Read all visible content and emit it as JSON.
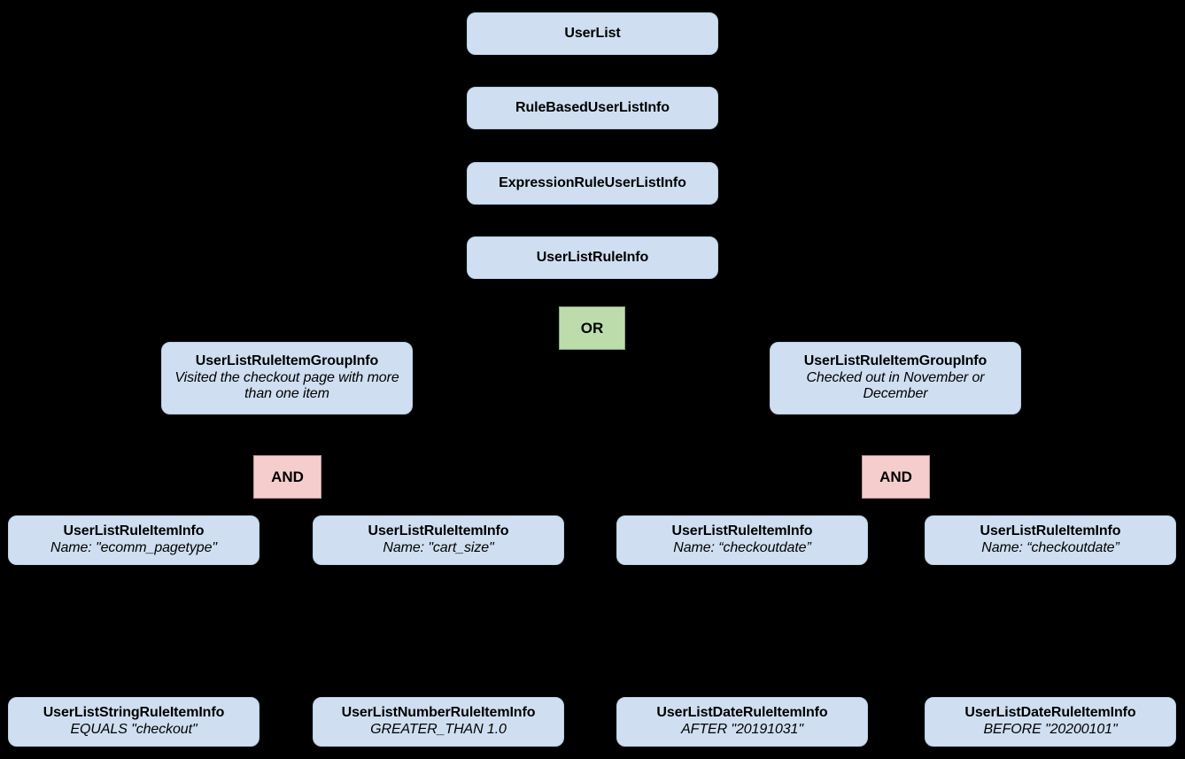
{
  "diagram": {
    "background_color": "#000000",
    "node_fill": "#cfdff1",
    "node_border": "#b9cfe4",
    "or_color": "#bddcac",
    "and_color": "#f6cdcd",
    "text_color": "#000000"
  },
  "nodes": {
    "user_list": {
      "title": "UserList",
      "subtitle": ""
    },
    "rule_based_user_list_info": {
      "title": "RuleBasedUserListInfo",
      "subtitle": ""
    },
    "expression_rule_user_list_info": {
      "title": "ExpressionRuleUserListInfo",
      "subtitle": ""
    },
    "user_list_rule_info": {
      "title": "UserListRuleInfo",
      "subtitle": ""
    },
    "group_left": {
      "title": "UserListRuleItemGroupInfo",
      "subtitle": "Visited the checkout page with more than one item"
    },
    "group_right": {
      "title": "UserListRuleItemGroupInfo",
      "subtitle": "Checked out in November or December"
    },
    "item_1": {
      "title": "UserListRuleItemInfo",
      "subtitle": "Name: \"ecomm_pagetype\""
    },
    "item_2": {
      "title": "UserListRuleItemInfo",
      "subtitle": "Name: \"cart_size\""
    },
    "item_3": {
      "title": "UserListRuleItemInfo",
      "subtitle": "Name: “checkoutdate”"
    },
    "item_4": {
      "title": "UserListRuleItemInfo",
      "subtitle": "Name: “checkoutdate”"
    },
    "leaf_1": {
      "title": "UserListStringRuleItemInfo",
      "subtitle": "EQUALS \"checkout\""
    },
    "leaf_2": {
      "title": "UserListNumberRuleItemInfo",
      "subtitle": "GREATER_THAN 1.0"
    },
    "leaf_3": {
      "title": "UserListDateRuleItemInfo",
      "subtitle": "AFTER \"20191031\""
    },
    "leaf_4": {
      "title": "UserListDateRuleItemInfo",
      "subtitle": "BEFORE \"20200101\""
    }
  },
  "operators": {
    "or_root": {
      "label": "OR"
    },
    "and_left": {
      "label": "AND"
    },
    "and_right": {
      "label": "AND"
    }
  }
}
